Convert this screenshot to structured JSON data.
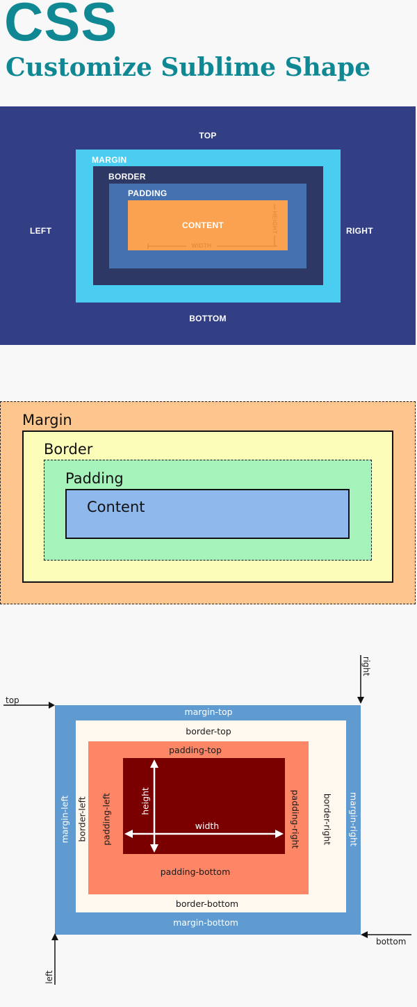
{
  "header": {
    "title": "CSS",
    "subtitle": "Customize Sublime Shape"
  },
  "diagram1": {
    "top": "TOP",
    "bottom": "BOTTOM",
    "left": "LEFT",
    "right": "RIGHT",
    "margin": "MARGIN",
    "border": "BORDER",
    "padding": "PADDING",
    "content": "CONTENT",
    "width": "WIDTH",
    "height": "HEIGHT",
    "colors": {
      "background": "#323f84",
      "margin": "#4bcdf2",
      "border": "#2d3865",
      "padding": "#4571b0",
      "content": "#faa24f"
    }
  },
  "diagram2": {
    "margin": "Margin",
    "border": "Border",
    "padding": "Padding",
    "content": "Content",
    "colors": {
      "margin": "#fdc68e",
      "border": "#fdfdba",
      "padding": "#a6f2bb",
      "content": "#8fb8ec"
    }
  },
  "diagram3": {
    "top": "top",
    "right": "right",
    "bottom": "bottom",
    "left": "left",
    "margin_top": "margin-top",
    "margin_bottom": "margin-bottom",
    "margin_left": "margin-left",
    "margin_right": "margin-right",
    "border_top": "border-top",
    "border_bottom": "border-bottom",
    "border_left": "border-left",
    "border_right": "border-right",
    "padding_top": "padding-top",
    "padding_bottom": "padding-bottom",
    "padding_left": "padding-left",
    "padding_right": "padding-right",
    "height": "height",
    "width": "width",
    "colors": {
      "margin": "#5f9bd1",
      "border": "#fff8ee",
      "padding": "#fc8665",
      "content": "#7a0000"
    }
  }
}
